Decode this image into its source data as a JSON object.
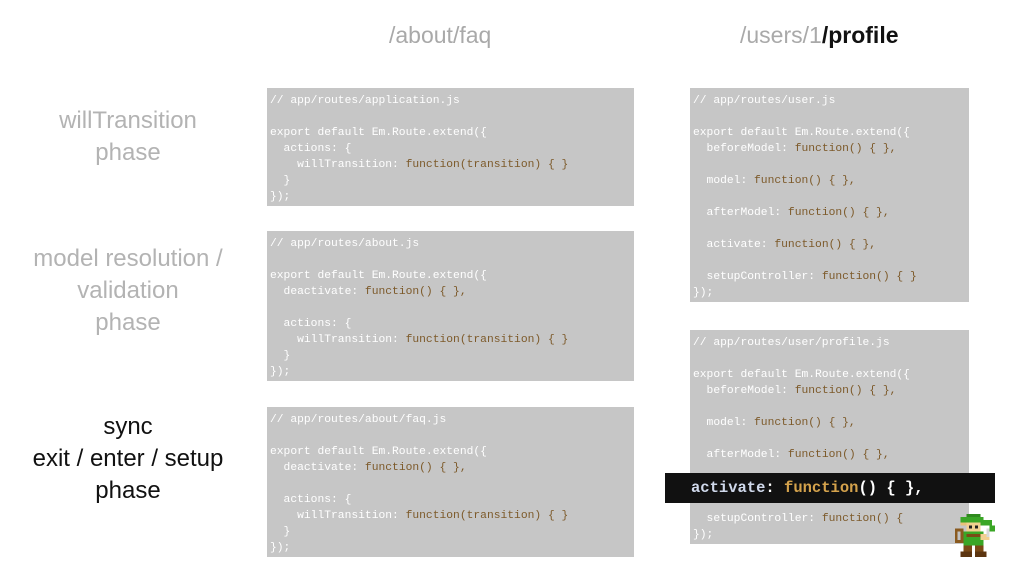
{
  "routes": {
    "left": "/about/faq",
    "right_dim": "/users/1",
    "right_bold": "/profile"
  },
  "phases": {
    "will_transition": [
      "willTransition",
      "phase"
    ],
    "model_resolution": [
      "model resolution /",
      "validation",
      "phase"
    ],
    "sync": [
      "sync",
      "exit / enter / setup",
      "phase"
    ]
  },
  "code": {
    "application": [
      "// app/routes/application.js",
      "",
      "export default Em.Route.extend({",
      "  actions: {",
      "    willTransition: function(transition) { }",
      "  }",
      "});"
    ],
    "about": [
      "// app/routes/about.js",
      "",
      "export default Em.Route.extend({",
      "  deactivate: function() { },",
      "",
      "  actions: {",
      "    willTransition: function(transition) { }",
      "  }",
      "});"
    ],
    "faq": [
      "// app/routes/about/faq.js",
      "",
      "export default Em.Route.extend({",
      "  deactivate: function() { },",
      "",
      "  actions: {",
      "    willTransition: function(transition) { }",
      "  }",
      "});"
    ],
    "user": [
      "// app/routes/user.js",
      "",
      "export default Em.Route.extend({",
      "  beforeModel: function() { },",
      "",
      "  model: function() { },",
      "",
      "  afterModel: function() { },",
      "",
      "  activate: function() { },",
      "",
      "  setupController: function() { }",
      "});"
    ],
    "profile": [
      "// app/routes/user/profile.js",
      "",
      "export default Em.Route.extend({",
      "  beforeModel: function() { },",
      "",
      "  model: function() { },",
      "",
      "  afterModel: function() { },",
      "",
      "",
      "",
      "  setupController: function() {",
      "});"
    ]
  },
  "highlight": {
    "prop": "activate",
    "colon": ": ",
    "fn": "function",
    "rest": "() { },"
  },
  "colors": {
    "code_bg": "#c6c6c6",
    "highlight_bg": "#111111",
    "dim_text": "#b3b3b3",
    "active_text": "#111111",
    "keyword_fn": "#7d5a2a"
  },
  "icons": {
    "sprite": "link-character-icon"
  }
}
